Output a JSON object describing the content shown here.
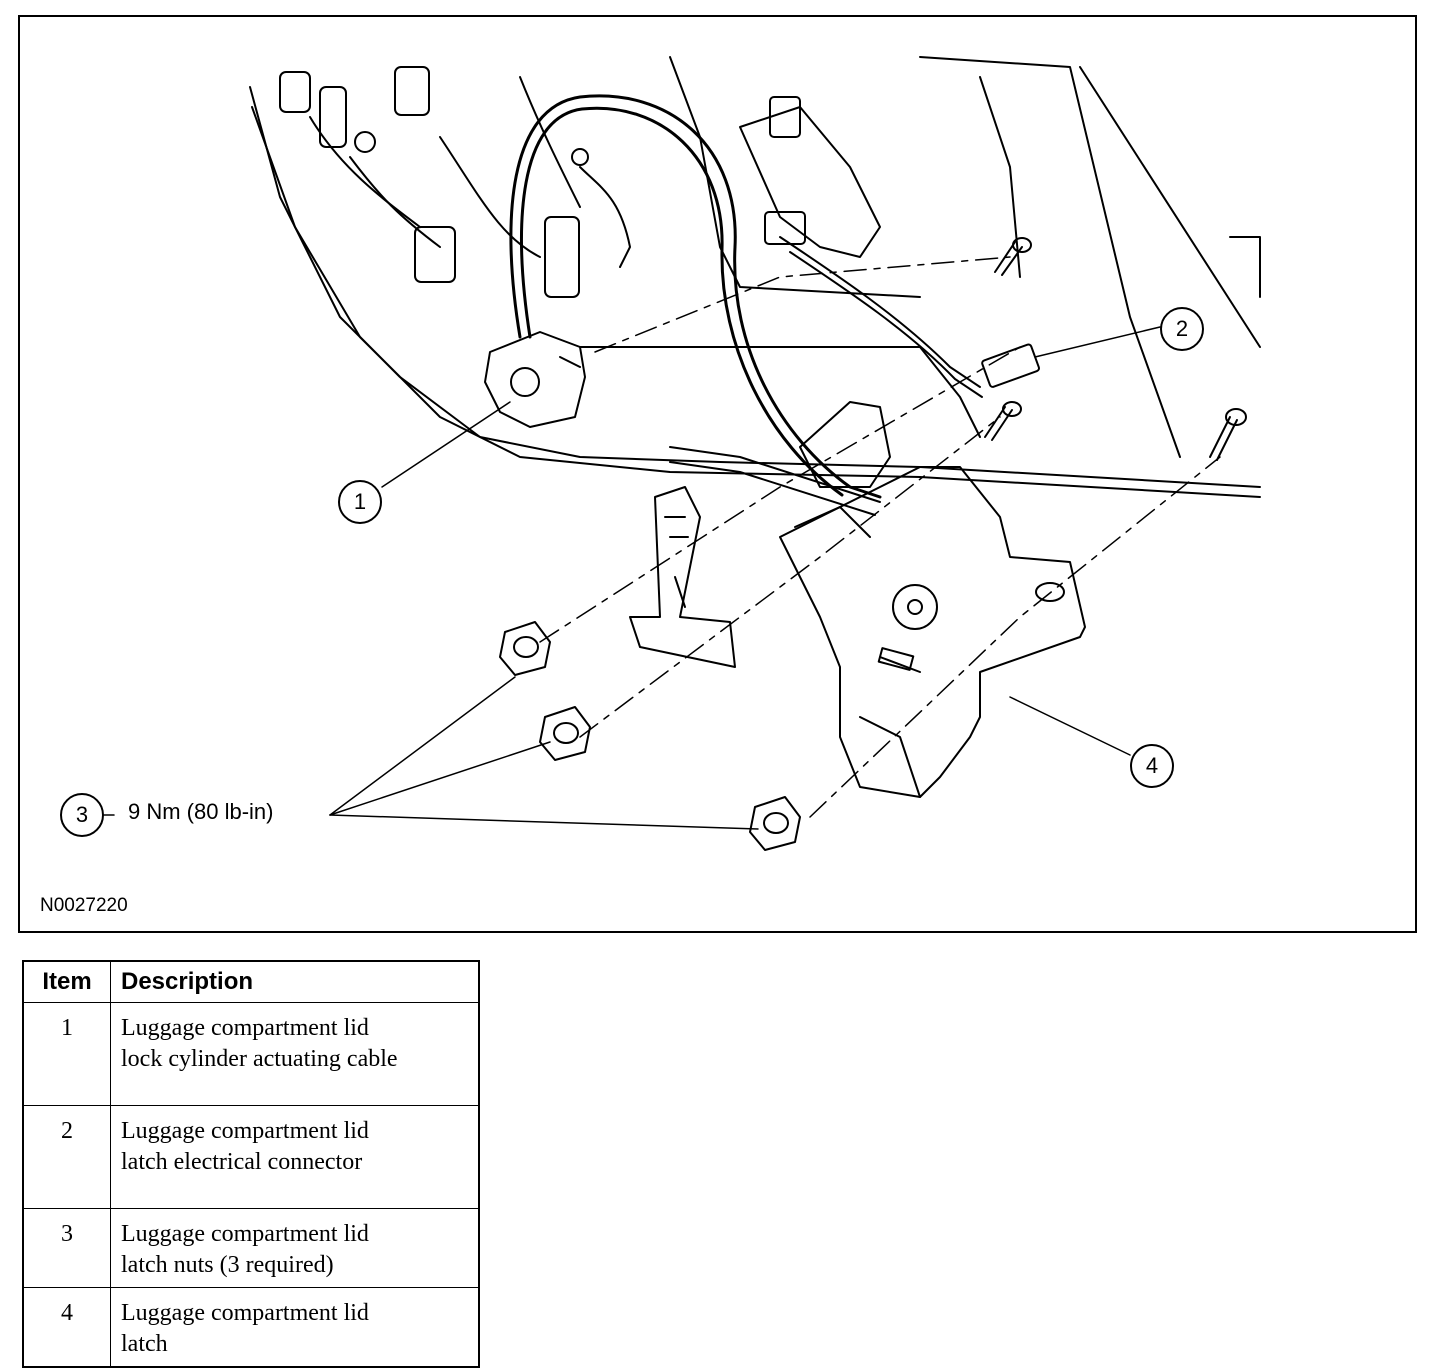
{
  "figure": {
    "id": "N0027220",
    "callouts": [
      "1",
      "2",
      "3",
      "4"
    ],
    "torque_spec": "9 Nm (80 lb-in)"
  },
  "table": {
    "headers": [
      "Item",
      "Description"
    ],
    "rows": [
      {
        "item": "1",
        "description": "Luggage compartment lid\nlock cylinder actuating cable"
      },
      {
        "item": "2",
        "description": "Luggage compartment lid\nlatch electrical connector"
      },
      {
        "item": "3",
        "description": "Luggage compartment lid\nlatch nuts (3 required)"
      },
      {
        "item": "4",
        "description": "Luggage compartment lid\nlatch"
      }
    ]
  }
}
